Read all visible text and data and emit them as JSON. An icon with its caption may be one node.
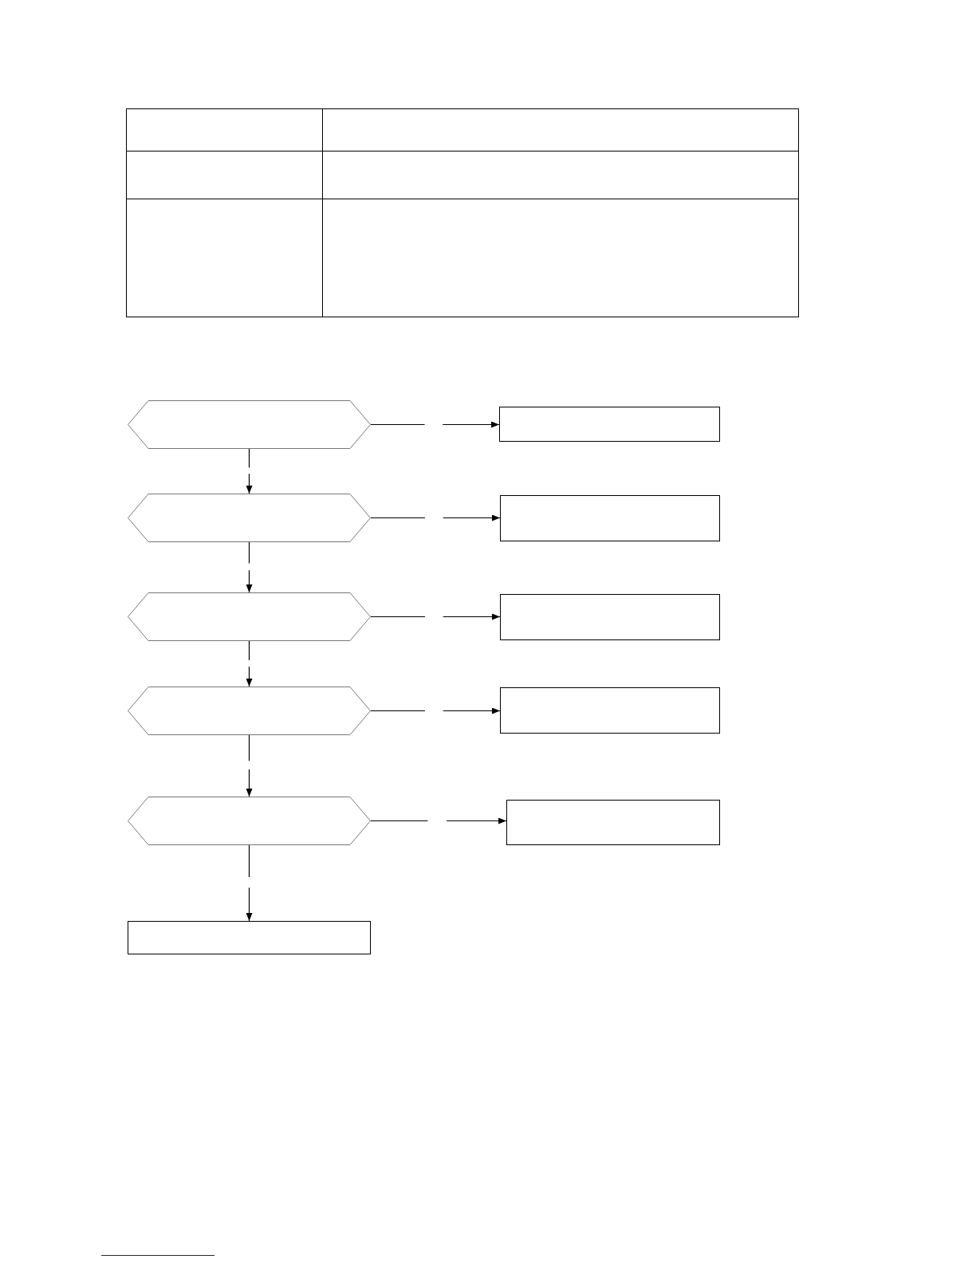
{
  "diagram": {
    "nodes": [
      {
        "text": [],
        "shape": "hexagon"
      },
      {
        "text": [],
        "shape": "box"
      },
      {
        "text": [],
        "shape": "hexagon"
      },
      {
        "text": [],
        "shape": "box"
      },
      {
        "text": [],
        "shape": "hexagon"
      },
      {
        "text": [],
        "shape": "box"
      },
      {
        "text": [],
        "shape": "hexagon"
      },
      {
        "text": [],
        "shape": "box"
      },
      {
        "text": [],
        "shape": "hexagon"
      },
      {
        "text": [],
        "shape": "box"
      },
      {
        "text": [],
        "shape": "box"
      }
    ],
    "edges": [
      {
        "from": 0,
        "to": 1,
        "arrow": "to"
      },
      {
        "from": 0,
        "to": 2,
        "arrow": "to"
      },
      {
        "from": 2,
        "to": 3,
        "arrow": "to"
      },
      {
        "from": 2,
        "to": 4,
        "arrow": "to"
      },
      {
        "from": 4,
        "to": 5,
        "arrow": "to"
      },
      {
        "from": 4,
        "to": 6,
        "arrow": "to"
      },
      {
        "from": 6,
        "to": 7,
        "arrow": "to"
      },
      {
        "from": 6,
        "to": 8,
        "arrow": "to"
      },
      {
        "from": 8,
        "to": 9,
        "arrow": "to"
      },
      {
        "from": 8,
        "to": 10,
        "arrow": "to"
      }
    ]
  }
}
